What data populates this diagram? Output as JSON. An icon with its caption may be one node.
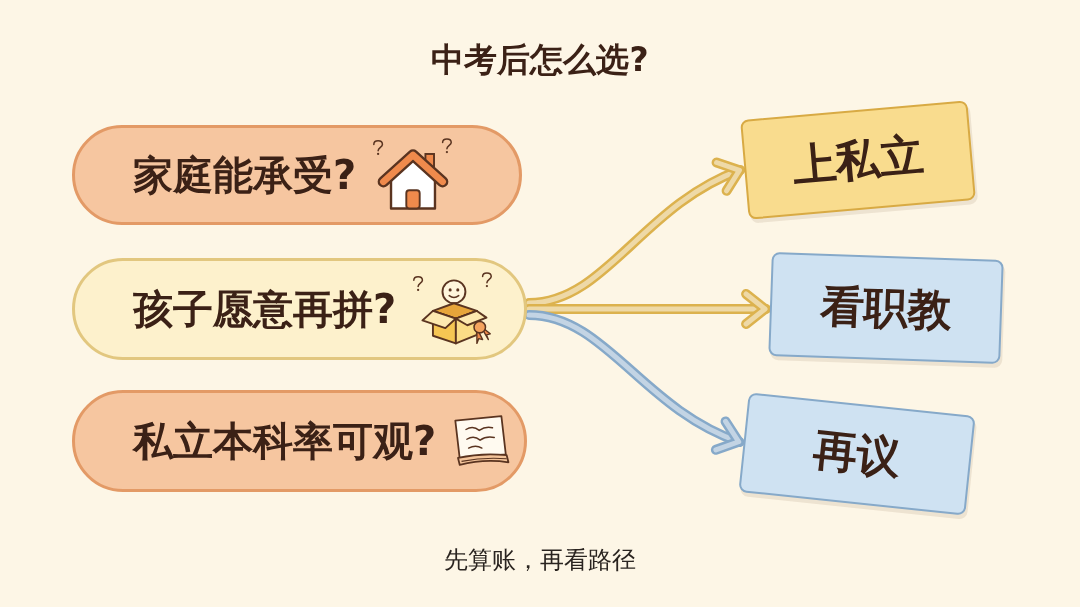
{
  "diagram": {
    "title": "中考后怎么选?",
    "nodes": [
      {
        "text": [
          "家庭能承受?"
        ]
      },
      {
        "text": [
          "孩子愿意再拼?"
        ]
      },
      {
        "text": [
          "私立本科率可观?"
        ]
      },
      {
        "text": [
          "上私立"
        ]
      },
      {
        "text": [
          "看职教"
        ]
      },
      {
        "text": [
          "再议"
        ]
      }
    ],
    "edges": [
      {
        "from": 1,
        "to": 3,
        "arrow": "to"
      },
      {
        "from": 1,
        "to": 4,
        "arrow": "to"
      },
      {
        "from": 1,
        "to": 5,
        "arrow": "to",
        "color": "#86a9c9"
      }
    ],
    "caption": "先算账，再看路径"
  }
}
